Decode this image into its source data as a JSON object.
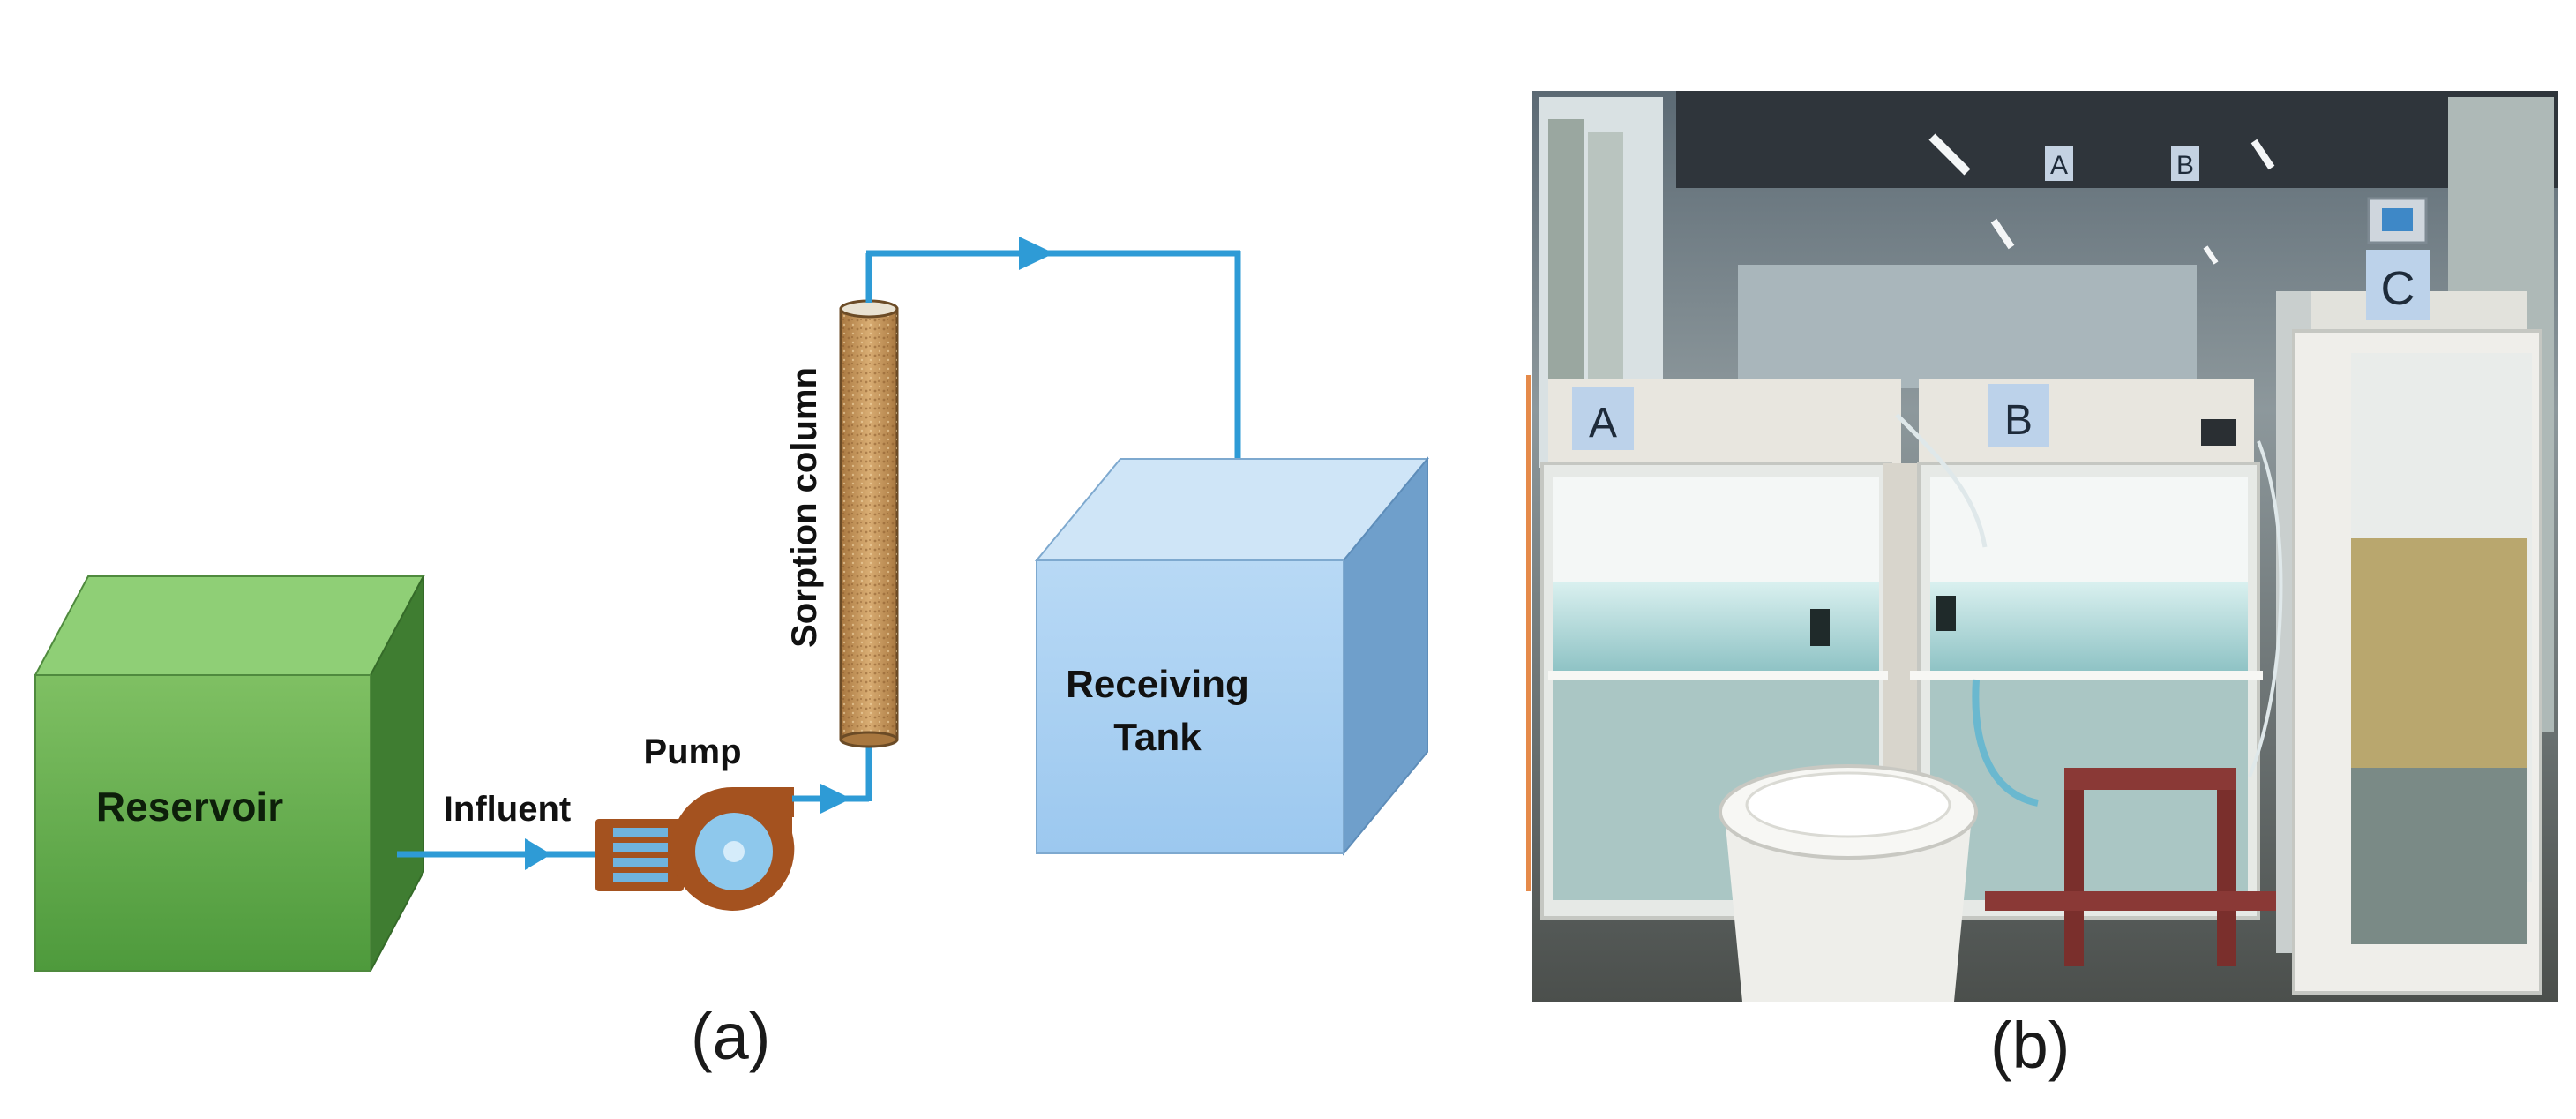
{
  "diagram": {
    "reservoir": {
      "label": "Reservoir"
    },
    "influent": {
      "label": "Influent"
    },
    "pump": {
      "label": "Pump"
    },
    "column": {
      "label": "Sorption column"
    },
    "receiving_tank": {
      "label_line1": "Receiving",
      "label_line2": "Tank"
    }
  },
  "photo": {
    "units": [
      "A",
      "B",
      "C"
    ],
    "top_labels": [
      "A",
      "B"
    ]
  },
  "panels": {
    "a": "(a)",
    "b": "(b)"
  },
  "colors": {
    "pipe": "#2e9bd6",
    "reservoir_front": "#5da548",
    "tank_front": "#a9d0f2",
    "pump": "#a4521f",
    "column": "#c7955a"
  }
}
